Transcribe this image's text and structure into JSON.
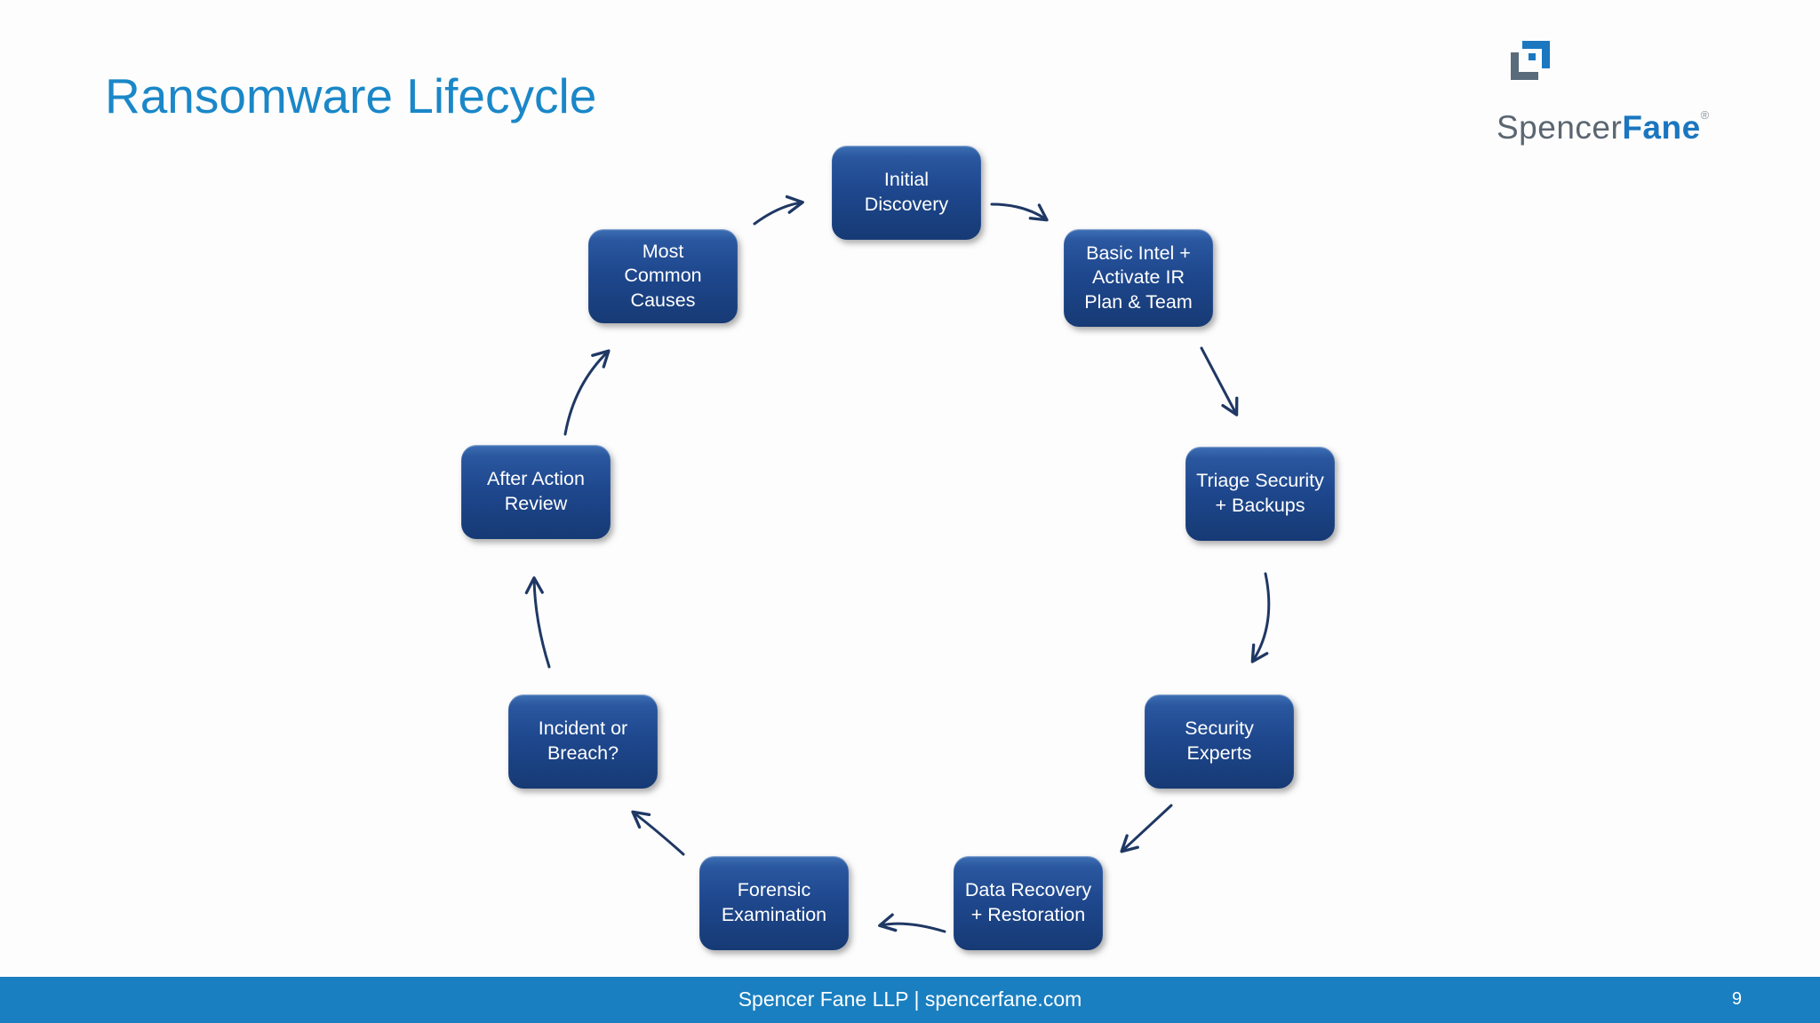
{
  "title": "Ransomware Lifecycle",
  "logo": {
    "word1": "Spencer",
    "word2": "Fane",
    "registered": "®"
  },
  "footer": {
    "text": "Spencer Fane LLP | spencerfane.com",
    "page_number": "9"
  },
  "diagram": {
    "type": "cycle",
    "nodes": [
      {
        "id": "initial-discovery",
        "label": "Initial\nDiscovery"
      },
      {
        "id": "basic-intel",
        "label": "Basic Intel +\nActivate IR\nPlan & Team"
      },
      {
        "id": "triage-security",
        "label": "Triage Security\n+ Backups"
      },
      {
        "id": "security-experts",
        "label": "Security\nExperts"
      },
      {
        "id": "data-recovery",
        "label": "Data Recovery\n+ Restoration"
      },
      {
        "id": "forensic-examination",
        "label": "Forensic\nExamination"
      },
      {
        "id": "incident-or-breach",
        "label": "Incident or\nBreach?"
      },
      {
        "id": "after-action-review",
        "label": "After Action\nReview"
      },
      {
        "id": "most-common-causes",
        "label": "Most\nCommon\nCauses"
      }
    ],
    "edges": [
      {
        "from": "most-common-causes",
        "to": "initial-discovery"
      },
      {
        "from": "initial-discovery",
        "to": "basic-intel"
      },
      {
        "from": "basic-intel",
        "to": "triage-security"
      },
      {
        "from": "triage-security",
        "to": "security-experts"
      },
      {
        "from": "security-experts",
        "to": "data-recovery"
      },
      {
        "from": "data-recovery",
        "to": "forensic-examination"
      },
      {
        "from": "forensic-examination",
        "to": "incident-or-breach"
      },
      {
        "from": "incident-or-breach",
        "to": "after-action-review"
      },
      {
        "from": "after-action-review",
        "to": "most-common-causes"
      }
    ]
  },
  "colors": {
    "title_blue": "#1a87c8",
    "footer_bar_blue": "#1a7fc0",
    "node_gradient_top": "#3e70b5",
    "node_gradient_bottom": "#163a74",
    "node_text": "#ffffff",
    "arrow_navy": "#1f3864",
    "logo_gray": "#5b6671",
    "logo_blue": "#1b76bf"
  }
}
